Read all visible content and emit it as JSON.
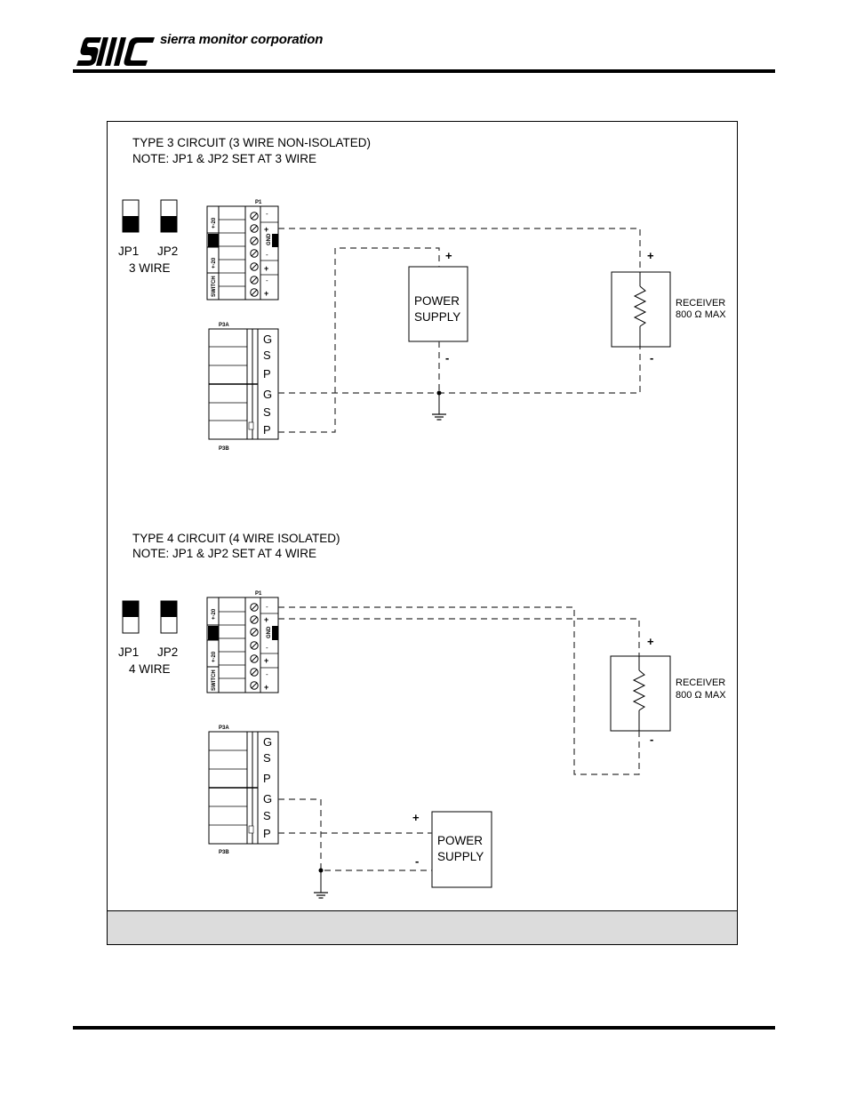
{
  "header": {
    "logo_text": "SMC",
    "company_name": "sierra monitor corporation"
  },
  "figure": {
    "type3": {
      "title": "TYPE 3 CIRCUIT (3 WIRE NON-ISOLATED)",
      "note": "NOTE: JP1 & JP2 SET AT 3 WIRE",
      "jp1": "JP1",
      "jp2": "JP2",
      "jumper_mode": "3 WIRE",
      "p1_label": "P1",
      "p3a_label": "P3A",
      "p3b_label": "P3B",
      "block_labels": [
        "+-20",
        "GND",
        "+-20",
        "SWITCH"
      ],
      "gsp": [
        "G",
        "S",
        "P",
        "G",
        "S",
        "P"
      ],
      "power_supply_line1": "POWER",
      "power_supply_line2": "SUPPLY",
      "receiver_line1": "RECEIVER",
      "receiver_line2": "800 Ω MAX",
      "plus": "+",
      "minus": "-"
    },
    "type4": {
      "title": "TYPE 4 CIRCUIT (4 WIRE ISOLATED)",
      "note": "NOTE: JP1 & JP2 SET AT 4 WIRE",
      "jp1": "JP1",
      "jp2": "JP2",
      "jumper_mode": "4 WIRE",
      "p1_label": "P1",
      "p3a_label": "P3A",
      "p3b_label": "P3B",
      "block_labels": [
        "+-20",
        "GND",
        "+-20",
        "SWITCH"
      ],
      "gsp": [
        "G",
        "S",
        "P",
        "G",
        "S",
        "P"
      ],
      "power_supply_line1": "POWER",
      "power_supply_line2": "SUPPLY",
      "receiver_line1": "RECEIVER",
      "receiver_line2": "800 Ω MAX",
      "plus": "+",
      "minus": "-"
    },
    "caption": ""
  },
  "colors": {
    "line": "#000000",
    "dashed_wire": "#333333",
    "caption_bg": "#dcdcdc"
  }
}
